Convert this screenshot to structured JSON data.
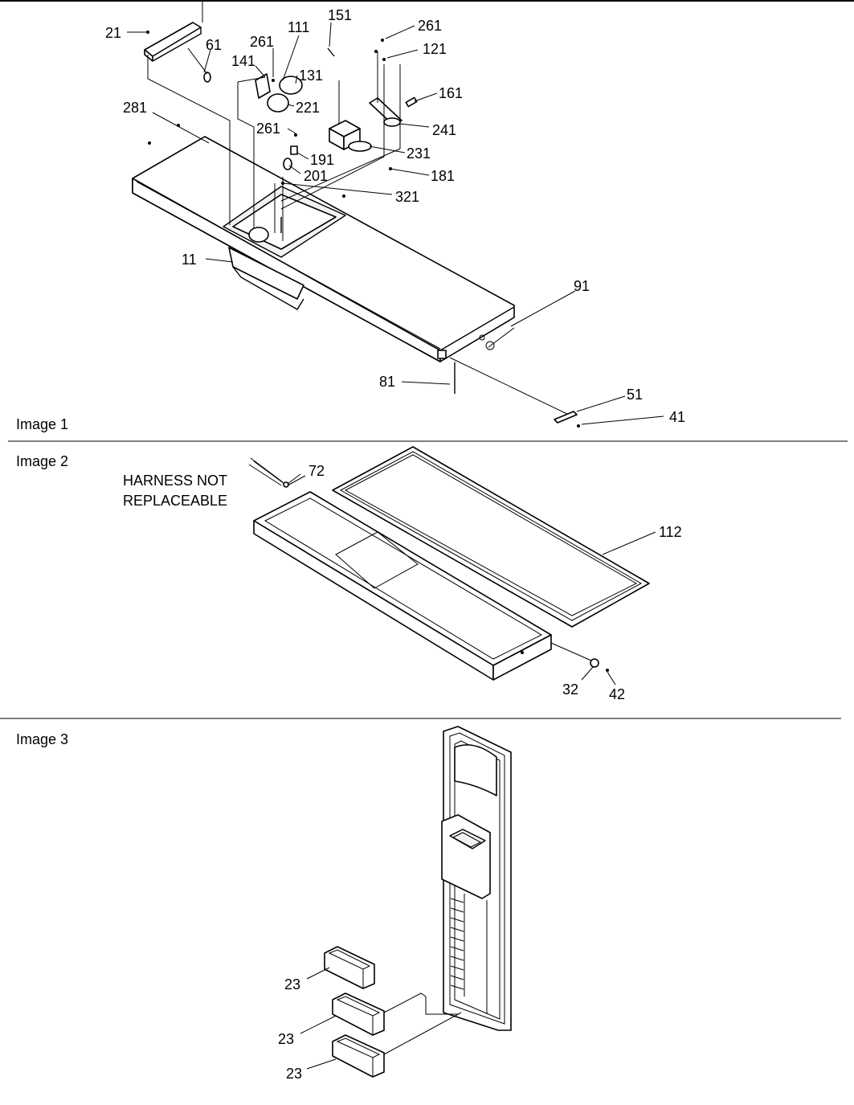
{
  "panels": [
    {
      "title": "Image 1",
      "callouts": [
        "21",
        "61",
        "261",
        "111",
        "151",
        "261",
        "121",
        "141",
        "131",
        "221",
        "161",
        "281",
        "261",
        "241",
        "231",
        "191",
        "201",
        "181",
        "321",
        "11",
        "91",
        "81",
        "51",
        "41"
      ]
    },
    {
      "title": "Image 2",
      "note_line1": "HARNESS NOT",
      "note_line2": "REPLACEABLE",
      "callouts": [
        "72",
        "112",
        "32",
        "42"
      ]
    },
    {
      "title": "Image 3",
      "callouts": [
        "23",
        "23",
        "23"
      ]
    }
  ]
}
